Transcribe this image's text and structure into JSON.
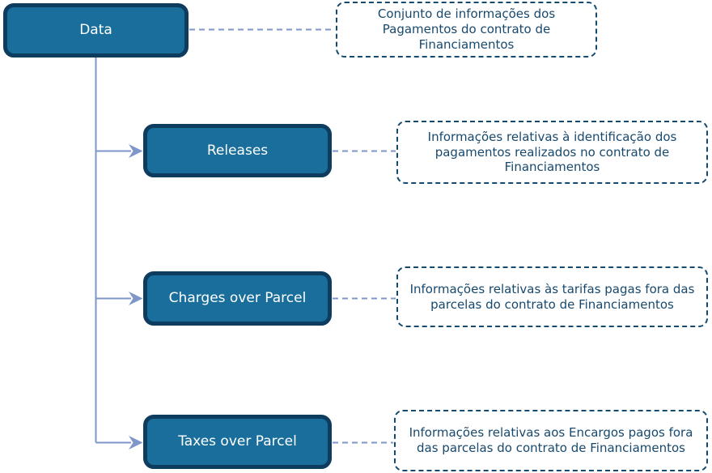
{
  "diagram": {
    "root": {
      "label": "Data",
      "note": "Conjunto de informações dos Pagamentos do contrato de Financiamentos"
    },
    "children": [
      {
        "label": "Releases",
        "note": "Informações relativas à identificação dos pagamentos realizados no contrato de Financiamentos"
      },
      {
        "label": "Charges over Parcel",
        "note": "Informações relativas às tarifas pagas fora das parcelas do contrato de Financiamentos"
      },
      {
        "label": "Taxes over Parcel",
        "note": "Informações relativas aos Encargos pagos fora das parcelas do contrato de Financiamentos"
      }
    ],
    "colors": {
      "node_fill": "#1A6E9B",
      "node_border": "#0D3C5F",
      "node_text": "#FFFFFF",
      "note_border": "#134A70",
      "note_text": "#17496E",
      "connector": "#7E96C8",
      "background": "#FFFFFF"
    }
  }
}
